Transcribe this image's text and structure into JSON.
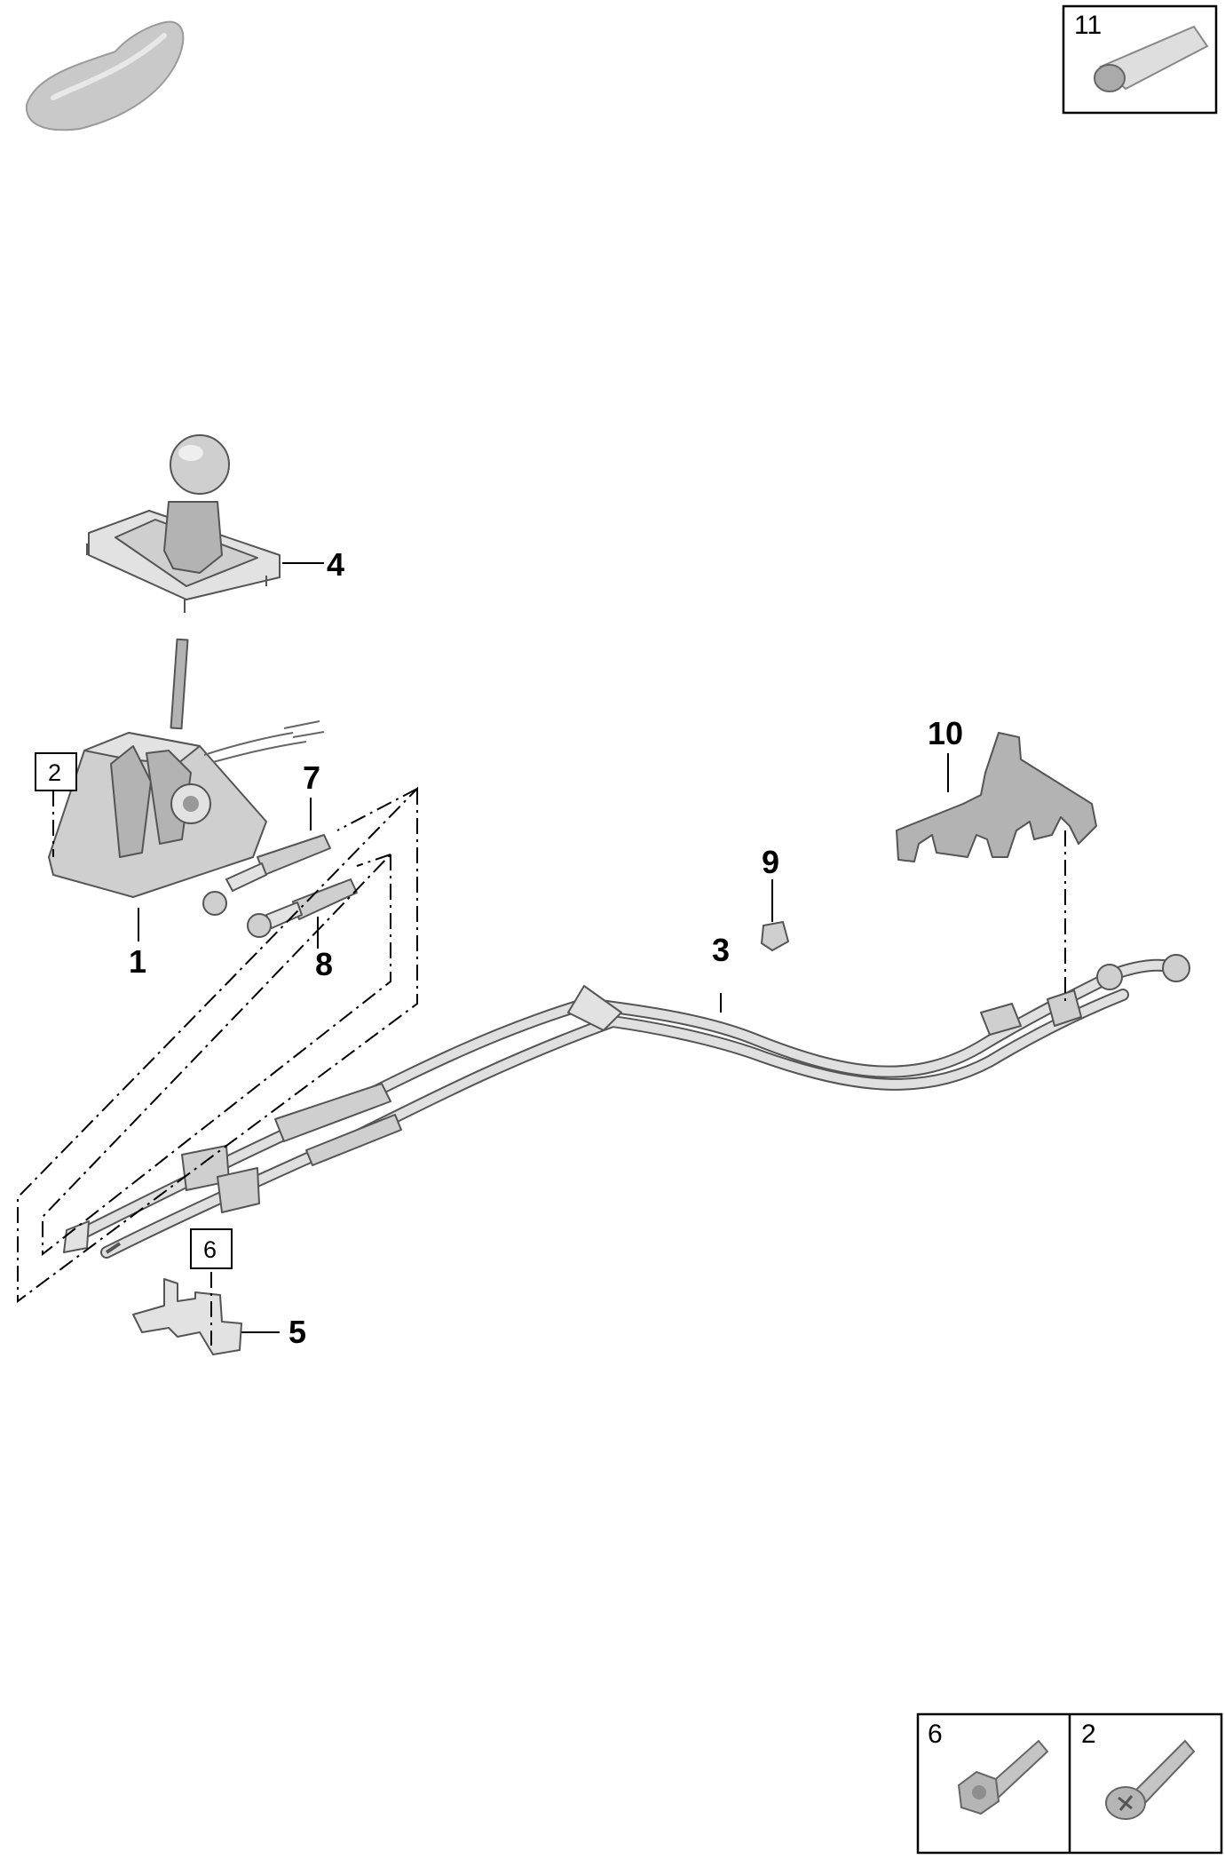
{
  "callouts": {
    "c1": "1",
    "c3": "3",
    "c4": "4",
    "c5": "5",
    "c7": "7",
    "c8": "8",
    "c9": "9",
    "c10": "10"
  },
  "boxed_refs": {
    "b2": "2",
    "b6": "6"
  },
  "insets": {
    "top_right": "11",
    "bottom_left": "6",
    "bottom_right": "2"
  },
  "icons": {
    "car_silhouette": "car-silhouette-icon",
    "tube": "grease-tube-icon",
    "bolt_hex": "hex-bolt-icon",
    "bolt_flange": "flange-bolt-icon"
  }
}
